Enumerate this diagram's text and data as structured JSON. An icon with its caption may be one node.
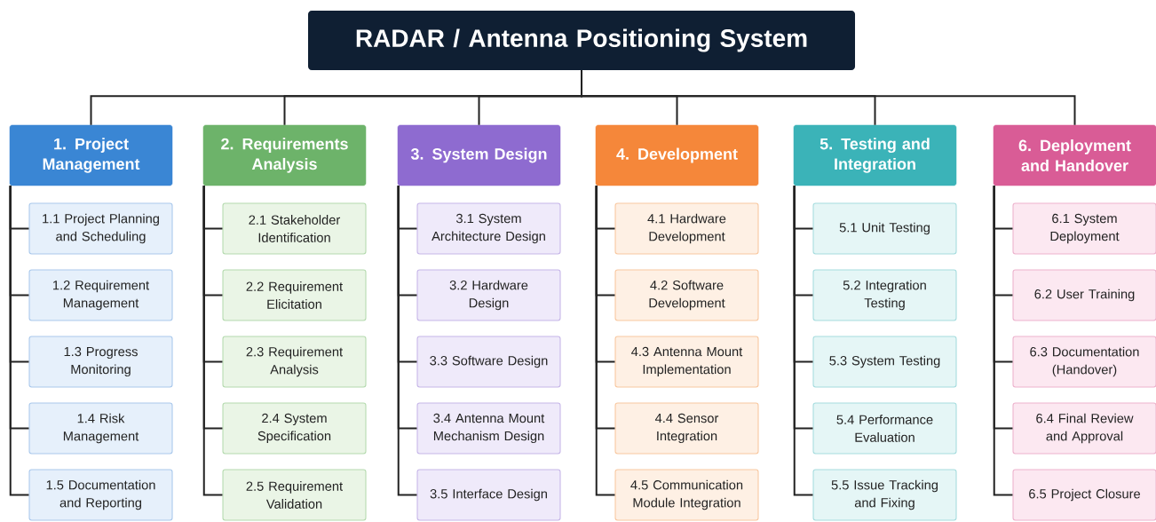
{
  "diagram": {
    "nodes": [
      {
        "text": [
          "RADAR / Antenna Positioning System"
        ]
      },
      {
        "text": [
          "1. Project Management"
        ]
      },
      {
        "text": [
          "2. Requirements Analysis"
        ]
      },
      {
        "text": [
          "3. System Design"
        ]
      },
      {
        "text": [
          "4. Development"
        ]
      },
      {
        "text": [
          "5. Testing and Integration"
        ]
      },
      {
        "text": [
          "6. Deployment and Handover"
        ]
      },
      {
        "text": [
          "1.1 Project Planning and Scheduling"
        ]
      },
      {
        "text": [
          "1.2 Requirement Management"
        ]
      },
      {
        "text": [
          "1.3 Progress Monitoring"
        ]
      },
      {
        "text": [
          "1.4 Risk Management"
        ]
      },
      {
        "text": [
          "1.5 Documentation and Reporting"
        ]
      },
      {
        "text": [
          "2.1 Stakeholder Identification"
        ]
      },
      {
        "text": [
          "2.2 Requirement Elicitation"
        ]
      },
      {
        "text": [
          "2.3 Requirement Analysis"
        ]
      },
      {
        "text": [
          "2.4 System Specification"
        ]
      },
      {
        "text": [
          "2.5 Requirement Validation"
        ]
      },
      {
        "text": [
          "3.1 System Architecture Design"
        ]
      },
      {
        "text": [
          "3.2 Hardware Design"
        ]
      },
      {
        "text": [
          "3.3 Software Design"
        ]
      },
      {
        "text": [
          "3.4 Antenna Mount Mechanism Design"
        ]
      },
      {
        "text": [
          "3.5 Interface Design"
        ]
      },
      {
        "text": [
          "4.1 Hardware Development"
        ]
      },
      {
        "text": [
          "4.2 Software Development"
        ]
      },
      {
        "text": [
          "4.3 Antenna Mount Implementation"
        ]
      },
      {
        "text": [
          "4.4 Sensor Integration"
        ]
      },
      {
        "text": [
          "4.5 Communication Module Integration"
        ]
      },
      {
        "text": [
          "5.1 Unit Testing"
        ]
      },
      {
        "text": [
          "5.2 Integration Testing"
        ]
      },
      {
        "text": [
          "5.3 System Testing"
        ]
      },
      {
        "text": [
          "5.4 Performance Evaluation"
        ]
      },
      {
        "text": [
          "5.5 Issue Tracking and Fixing"
        ]
      },
      {
        "text": [
          "6.1 System Deployment"
        ]
      },
      {
        "text": [
          "6.2 User Training"
        ]
      },
      {
        "text": [
          "6.3 Documentation (Handover)"
        ]
      },
      {
        "text": [
          "6.4 Final Review and Approval"
        ]
      },
      {
        "text": [
          "6.5 Project Closure"
        ]
      }
    ],
    "edges": [
      {
        "from": 0,
        "to": 1,
        "arrow": "none"
      },
      {
        "from": 0,
        "to": 2,
        "arrow": "none"
      },
      {
        "from": 0,
        "to": 3,
        "arrow": "none"
      },
      {
        "from": 0,
        "to": 4,
        "arrow": "none"
      },
      {
        "from": 0,
        "to": 5,
        "arrow": "none"
      },
      {
        "from": 0,
        "to": 6,
        "arrow": "none"
      },
      {
        "from": 1,
        "to": 7,
        "arrow": "none"
      },
      {
        "from": 1,
        "to": 8,
        "arrow": "none"
      },
      {
        "from": 1,
        "to": 9,
        "arrow": "none"
      },
      {
        "from": 1,
        "to": 10,
        "arrow": "none"
      },
      {
        "from": 1,
        "to": 11,
        "arrow": "none"
      },
      {
        "from": 2,
        "to": 12,
        "arrow": "none"
      },
      {
        "from": 2,
        "to": 13,
        "arrow": "none"
      },
      {
        "from": 2,
        "to": 14,
        "arrow": "none"
      },
      {
        "from": 2,
        "to": 15,
        "arrow": "none"
      },
      {
        "from": 2,
        "to": 16,
        "arrow": "none"
      },
      {
        "from": 3,
        "to": 17,
        "arrow": "none"
      },
      {
        "from": 3,
        "to": 18,
        "arrow": "none"
      },
      {
        "from": 3,
        "to": 19,
        "arrow": "none"
      },
      {
        "from": 3,
        "to": 20,
        "arrow": "none"
      },
      {
        "from": 3,
        "to": 21,
        "arrow": "none"
      },
      {
        "from": 4,
        "to": 22,
        "arrow": "none"
      },
      {
        "from": 4,
        "to": 23,
        "arrow": "none"
      },
      {
        "from": 4,
        "to": 24,
        "arrow": "none"
      },
      {
        "from": 4,
        "to": 25,
        "arrow": "none"
      },
      {
        "from": 4,
        "to": 26,
        "arrow": "none"
      },
      {
        "from": 5,
        "to": 27,
        "arrow": "none"
      },
      {
        "from": 5,
        "to": 28,
        "arrow": "none"
      },
      {
        "from": 5,
        "to": 29,
        "arrow": "none"
      },
      {
        "from": 5,
        "to": 30,
        "arrow": "none"
      },
      {
        "from": 5,
        "to": 31,
        "arrow": "none"
      },
      {
        "from": 6,
        "to": 32,
        "arrow": "none"
      },
      {
        "from": 6,
        "to": 33,
        "arrow": "none"
      },
      {
        "from": 6,
        "to": 34,
        "arrow": "none"
      },
      {
        "from": 6,
        "to": 35,
        "arrow": "none"
      },
      {
        "from": 6,
        "to": 36,
        "arrow": "none"
      }
    ]
  }
}
